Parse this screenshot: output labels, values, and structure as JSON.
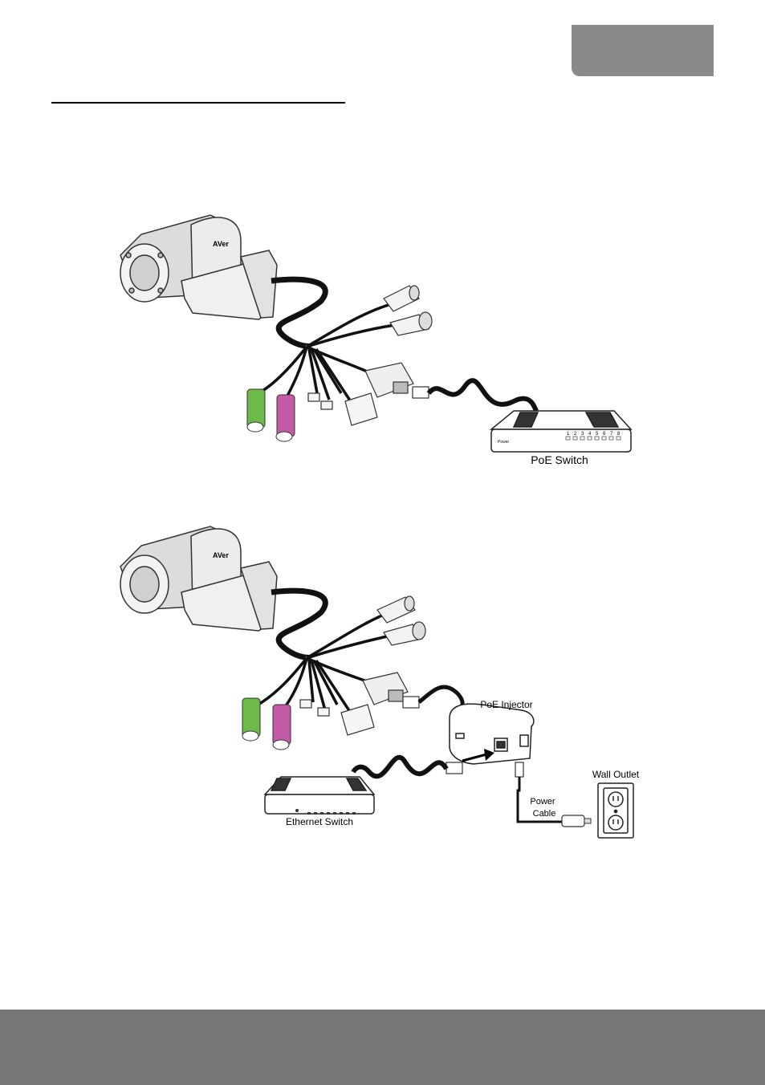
{
  "diagram1": {
    "switch_label": "PoE Switch",
    "switch_power_text": "Power",
    "port_numbers": [
      "1",
      "2",
      "3",
      "4",
      "5",
      "6",
      "7",
      "8"
    ]
  },
  "diagram2": {
    "injector_label": "PoE Injector",
    "power_cable_label_line1": "Power",
    "power_cable_label_line2": "Cable",
    "wall_outlet_label": "Wall Outlet",
    "ethernet_switch_label": "Ethernet Switch"
  },
  "colors": {
    "tab_badge": "#8a8a8a",
    "footer": "#767676",
    "audio_green": "#6db94a",
    "audio_pink": "#c35aa6"
  }
}
